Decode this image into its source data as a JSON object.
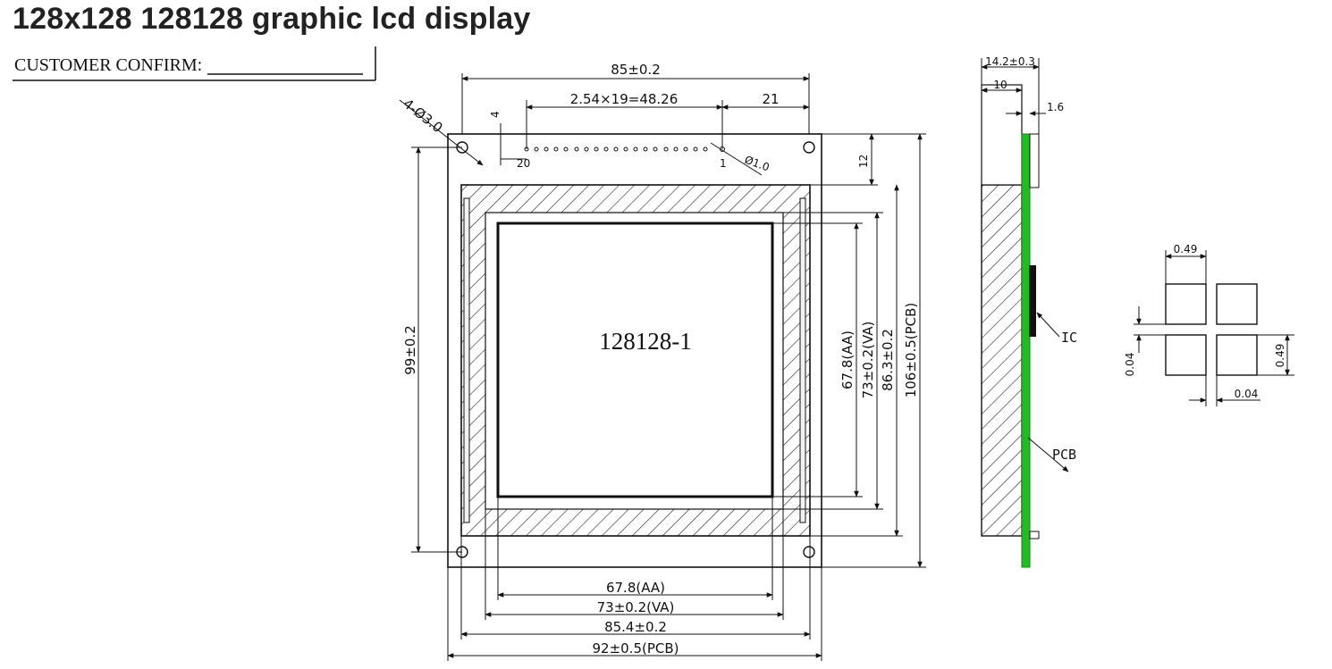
{
  "header": {
    "title": "128x128 128128 graphic lcd display",
    "confirm_label": "CUSTOMER CONFIRM:"
  },
  "front_view": {
    "module_label": "128128-1",
    "dims": {
      "hole_spacing_width": "85±0.2",
      "pin_pitch": "2.54×19=48.26",
      "pin_offset": "21",
      "pin_margin": "4",
      "mount_holes": "4-Ø3.0",
      "pin_hole": "Ø1.0",
      "pin_first": "20",
      "pin_last": "1",
      "top_offset": "12",
      "hole_spacing_height": "99±0.2",
      "aa_height": "67.8(AA)",
      "va_height": "73±0.2(VA)",
      "bezel_height": "86.3±0.2",
      "pcb_height": "106±0.5(PCB)",
      "aa_width": "67.8(AA)",
      "va_width": "73±0.2(VA)",
      "bezel_width": "85.4±0.2",
      "pcb_width": "92±0.5(PCB)"
    }
  },
  "side_view": {
    "total_thickness": "14.2±0.3",
    "lcd_thickness": "10",
    "pcb_thickness": "1.6",
    "ic_label": "IC",
    "pcb_label": "PCB",
    "pcb_color": "#22bb22"
  },
  "pixel_detail": {
    "dot_size_top": "0.49",
    "dot_size_right": "0.49",
    "gap_left": "0.04",
    "gap_bottom": "0.04"
  }
}
